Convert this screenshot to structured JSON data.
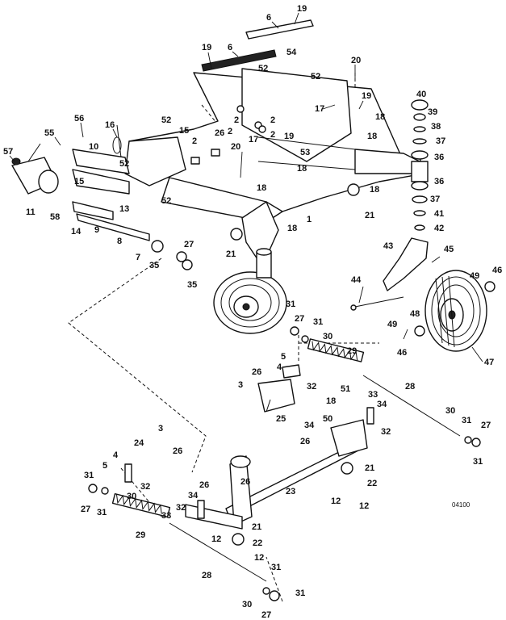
{
  "diagram": {
    "reference_code": "04100",
    "callouts": [
      "1",
      "2",
      "3",
      "4",
      "5",
      "6",
      "7",
      "8",
      "9",
      "10",
      "11",
      "12",
      "13",
      "14",
      "15",
      "16",
      "17",
      "18",
      "19",
      "20",
      "21",
      "22",
      "23",
      "24",
      "25",
      "26",
      "27",
      "28",
      "29",
      "30",
      "31",
      "32",
      "33",
      "34",
      "35",
      "36",
      "37",
      "38",
      "39",
      "40",
      "41",
      "42",
      "43",
      "44",
      "45",
      "46",
      "47",
      "48",
      "49",
      "50",
      "51",
      "52",
      "53",
      "54",
      "55",
      "56",
      "57",
      "58"
    ]
  }
}
